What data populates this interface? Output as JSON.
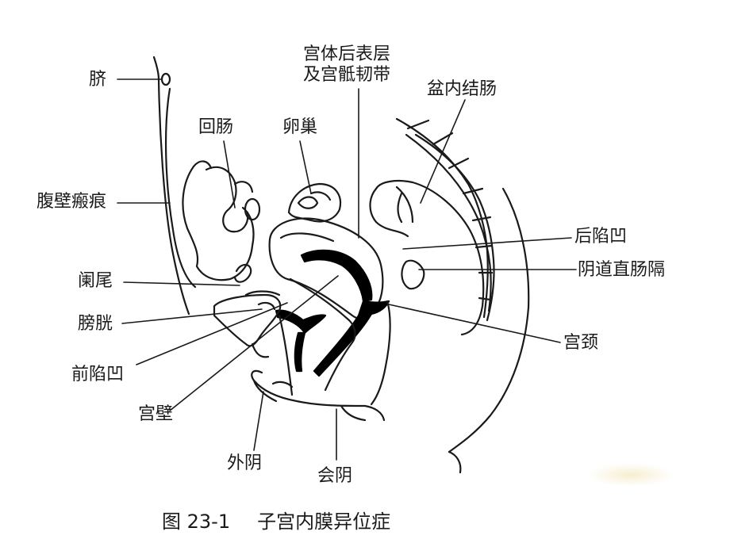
{
  "labels": {
    "umbilicus": "脐",
    "ileum": "回肠",
    "ovary": "卵巢",
    "uterine_serosa_line1": "宫体后表层",
    "uterine_serosa_line2": "及宫骶韧带",
    "pelvic_colon": "盆内结肠",
    "abdominal_scar": "腹壁瘢痕",
    "posterior_pouch": "后陷凹",
    "rectovaginal_septum": "阴道直肠隔",
    "appendix": "阑尾",
    "bladder": "膀胱",
    "cervix": "宫颈",
    "anterior_pouch": "前陷凹",
    "uterine_wall": "宫壁",
    "vulva": "外阴",
    "perineum": "会阴"
  },
  "caption": {
    "figure_number": "图 23-1",
    "title": "子宫内膜异位症"
  },
  "colors": {
    "line": "#1a1a1a",
    "lesion": "#000000",
    "background": "#ffffff"
  }
}
